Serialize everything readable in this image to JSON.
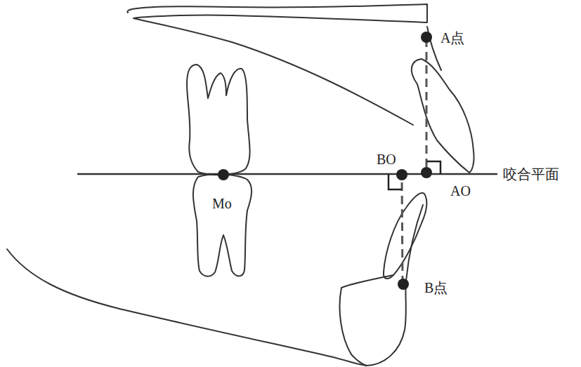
{
  "diagram": {
    "labels": [
      "A点",
      "BO",
      "AO",
      "Mo",
      "B点",
      "咬合平面"
    ]
  }
}
